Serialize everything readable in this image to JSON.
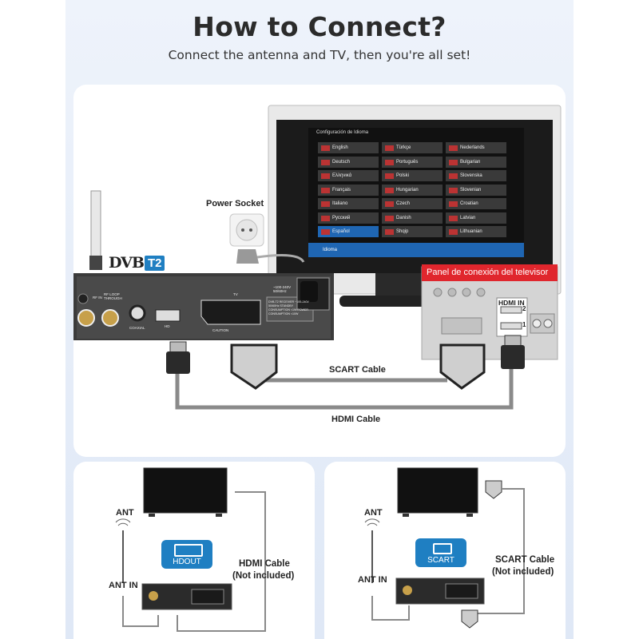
{
  "header": {
    "title": "How to Connect?",
    "subtitle": "Connect the antenna and TV, then you're all set!"
  },
  "main_diagram": {
    "power_socket_label": "Power Socket",
    "logo_dvb": "DVB",
    "logo_t2": "T2",
    "tv_menu": {
      "title": "Configuración de Idioma",
      "languages": [
        "English",
        "Türkçe",
        "Nederlands",
        "Deutsch",
        "Português",
        "Bulgarian",
        "Ελληνικά",
        "Polski",
        "Slovenska",
        "Français",
        "Hungarian",
        "Slovenian",
        "Italiano",
        "Czech",
        "Croatian",
        "Русский",
        "Danish",
        "Latvian",
        "Español",
        "Shqip",
        "Lithuanian"
      ],
      "footer": "Idioma"
    },
    "tv_panel_label": "Panel de conexión del televisor",
    "hdmi_in_label": "HDMI IN",
    "hdmi_port_1": "1",
    "hdmi_port_2": "2",
    "receiver_labels": {
      "rf_in": "RF IN",
      "rf_loop": "RF LOOP THROUGH",
      "coaxial": "COAXIAL",
      "hd": "HD",
      "tv": "TV",
      "voltage": "~100-240V 50/60Hz",
      "caution": "CAUTION",
      "info": "DVB-T2 RECEIVER ~100-240V 50/60Hz STANDBY CONSUMPTION <1W POWER CONSUMPTION <10W"
    },
    "scart_cable_label": "SCART Cable",
    "hdmi_cable_label": "HDMI Cable"
  },
  "bottom_left": {
    "ant_label": "ANT",
    "ant_in_label": "ANT IN",
    "badge_label": "HDOUT",
    "cable_label_line1": "HDMI Cable",
    "cable_label_line2": "(Not included)"
  },
  "bottom_right": {
    "ant_label": "ANT",
    "ant_in_label": "ANT IN",
    "badge_label": "SCART",
    "cable_label_line1": "SCART Cable",
    "cable_label_line2": "(Not included)"
  },
  "colors": {
    "accent_blue": "#1f7fc2",
    "panel_red": "#e0262d",
    "cable_gray": "#8a8a8a",
    "tv_screen": "#1b1b1b"
  }
}
